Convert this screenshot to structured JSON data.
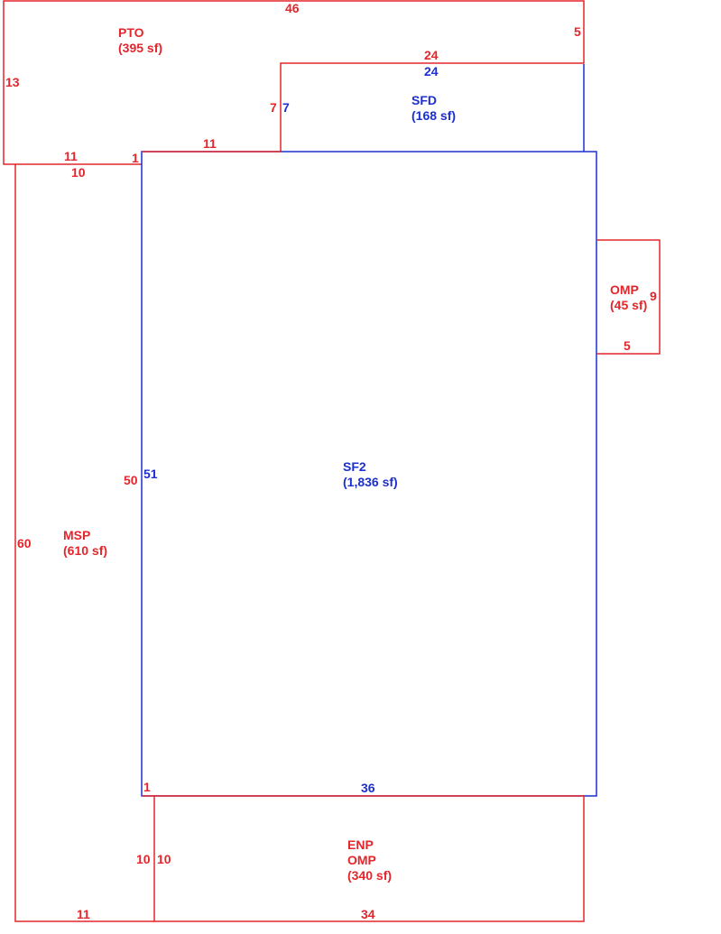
{
  "colors": {
    "red": "#e3262b",
    "blue": "#1c2fd0",
    "background": "#ffffff"
  },
  "areas": [
    {
      "id": "pto",
      "code": "PTO",
      "area": "(395 sf)",
      "color": "red"
    },
    {
      "id": "sfd",
      "code": "SFD",
      "area": "(168 sf)",
      "color": "blue"
    },
    {
      "id": "omp",
      "code": "OMP",
      "area": "(45 sf)",
      "color": "red"
    },
    {
      "id": "sf2",
      "code": "SF2",
      "area": "(1,836 sf)",
      "color": "blue"
    },
    {
      "id": "msp",
      "code": "MSP",
      "area": "(610 sf)",
      "color": "red"
    },
    {
      "id": "enp",
      "code": "ENP",
      "code2": "OMP",
      "area": "(340 sf)",
      "color": "red"
    }
  ],
  "dimensions": {
    "pto_top": "46",
    "pto_right": "5",
    "pto_left": "13",
    "pto_step_top": "11",
    "pto_step_bottom": "10",
    "pto_step_one": "1",
    "pto_inner": "11",
    "pto_riser": "7",
    "sfd_top_red": "24",
    "sfd_top_blue": "24",
    "sfd_left": "7",
    "omp_right": "9",
    "omp_bottom": "5",
    "sf2_left_red": "50",
    "sf2_left_blue": "51",
    "sf2_bottom": "36",
    "sf2_corner": "1",
    "msp_left": "60",
    "msp_bottom": "11",
    "enp_left_red": "10",
    "enp_left_blue": "10",
    "enp_bottom": "34"
  }
}
